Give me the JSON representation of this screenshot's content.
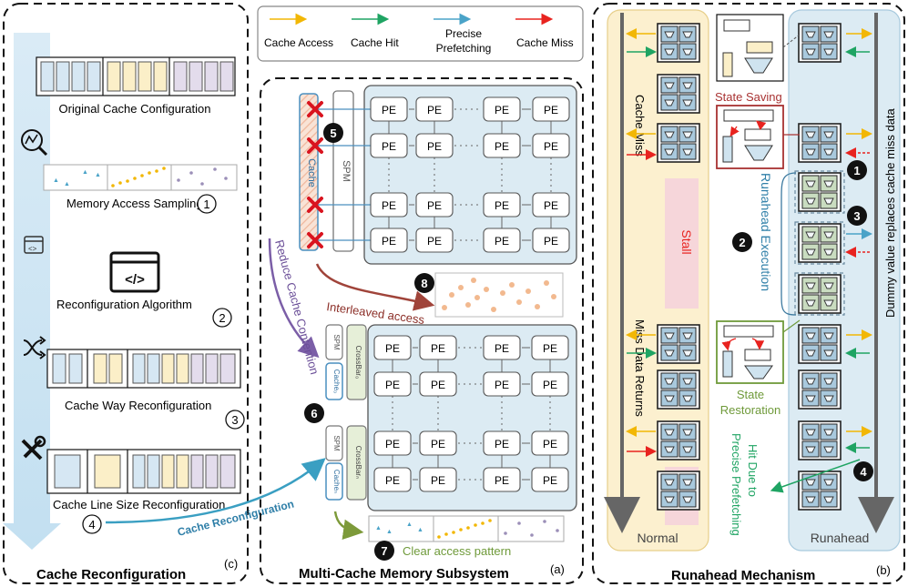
{
  "legend": {
    "cache_access": "Cache Access",
    "cache_hit": "Cache Hit",
    "precise_prefetching_1": "Precise",
    "precise_prefetching_2": "Prefetching",
    "cache_miss": "Cache Miss"
  },
  "colors": {
    "cache_access": "#f2b705",
    "cache_hit": "#1fa463",
    "precise_prefetching": "#4aa3c8",
    "cache_miss": "#e8231f",
    "pe_fill": "#dde8f0",
    "light_blue_panel": "#dcebf3",
    "normal_panel": "#fcf0cf",
    "stall_fill": "#f6d6da",
    "state_saving_border": "#a83232",
    "state_restoration_border": "#6f9a3a"
  },
  "left_panel": {
    "title": "Cache Reconfiguration",
    "tag": "(c)",
    "steps": {
      "original": "Original Cache Configuration",
      "sampling": "Memory Access Sampling",
      "algorithm": "Reconfiguration Algorithm",
      "way": "Cache Way Reconfiguration",
      "line_size": "Cache Line Size Reconfiguration"
    },
    "step_numbers": [
      "1",
      "2",
      "3",
      "4"
    ],
    "icons": [
      "search-chart-icon",
      "code-window-icon",
      "shuffle-icon",
      "tools-icon"
    ],
    "arrow_label": "Cache Reconfiguration"
  },
  "middle_panel": {
    "title": "Multi-Cache Memory Subsystem",
    "tag": "(a)",
    "pe_label": "PE",
    "cache_label": "Cache",
    "spm_label": "SPM",
    "crossbar_label_0": "CrossBar₀",
    "crossbar_label_n": "CrossBarₙ",
    "cache_sub_0": "Cache₀",
    "cache_sub_n": "Cacheₙ",
    "reduce_contention": "Reduce Cache Contention",
    "interleaved_access": "Interleaved access",
    "clear_access_pattern": "Clear access pattern",
    "markers": [
      "5",
      "6",
      "7",
      "8"
    ]
  },
  "right_panel": {
    "title": "Runahead Mechanism",
    "tag": "(b)",
    "normal": "Normal",
    "runahead": "Runahead",
    "cache_miss": "Cache Miss",
    "miss_data_returns": "Miss Data Returns",
    "stall": "Stall",
    "state_saving": "State Saving",
    "state_restoration_1": "State",
    "state_restoration_2": "Restoration",
    "runahead_execution": "Runahead Execution",
    "dummy_value": "Dummy value replaces cache miss data",
    "hit_due_1": "Hit Due to",
    "hit_due_2": "Precise Prefetching",
    "markers": [
      "1",
      "2",
      "3",
      "4"
    ]
  }
}
